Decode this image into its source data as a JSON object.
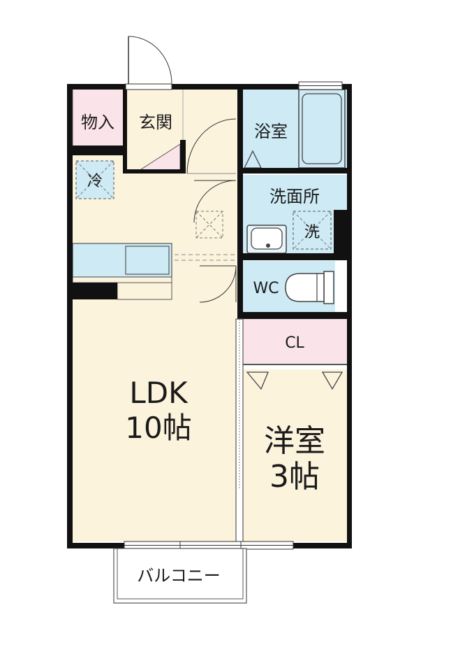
{
  "rooms": {
    "storage": "物入",
    "entrance": "玄関",
    "bath": "浴室",
    "fridge": "冷",
    "washroom": "洗面所",
    "washer": "洗",
    "toilet": "WC",
    "closet": "CL",
    "ldk_name": "LDK",
    "ldk_size": "10帖",
    "western_name": "洋室",
    "western_size": "3帖",
    "balcony": "バルコニー"
  },
  "colors": {
    "floor": "#fcf3dd",
    "wet_area": "#cdeaf5",
    "storage": "#fbe3ea",
    "wall": "#111111",
    "line": "#555555"
  }
}
